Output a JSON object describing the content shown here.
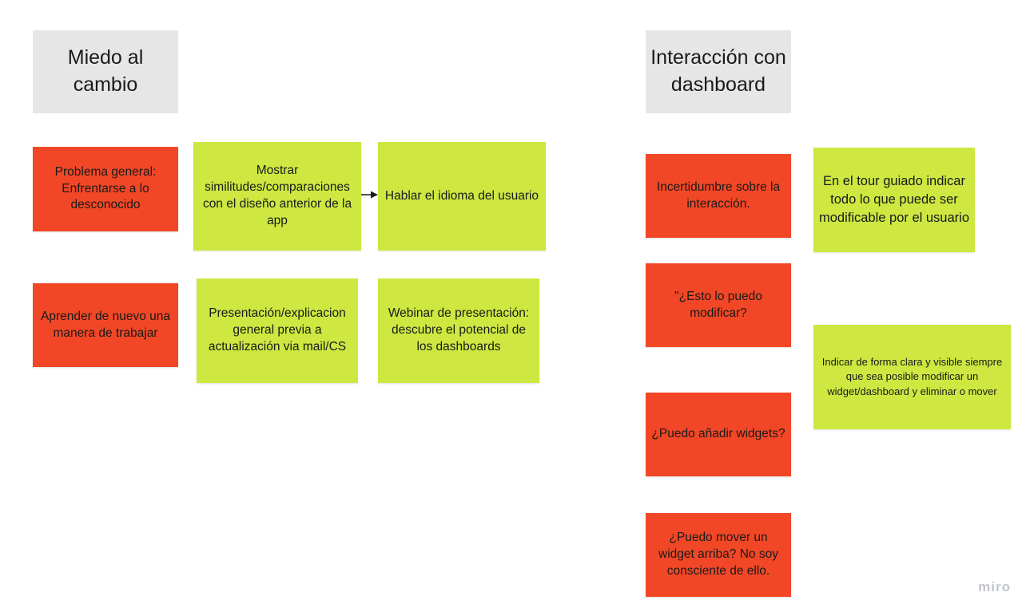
{
  "groups": [
    {
      "header": "Miedo al cambio",
      "notes": {
        "problem_general": "Problema general: Enfrentarse a lo desconocido",
        "show_similarities": "Mostrar similitudes/comparaciones con el diseño anterior de la app",
        "speak_language": "Hablar el idioma del usuario",
        "learn_new_way": "Aprender de nuevo una manera de trabajar",
        "presentation_prior": "Presentación/explicacion general previa a actualización via mail/CS",
        "webinar": "Webinar de presentación: descubre el potencial de los dashboards"
      }
    },
    {
      "header": "Interacción con dashboard",
      "notes": {
        "uncertainty": "Incertidumbre sobre la interacción.",
        "can_modify": "\"¿Esto lo puedo modificar?",
        "add_widgets": "¿Puedo añadir widgets?",
        "move_widget": "¿Puedo mover un widget arriba? No soy consciente de ello.",
        "guided_tour": "En el tour guiado indicar todo lo que puede ser modificable por el usuario",
        "indicate_clearly": "Indicar de forma clara y visible siempre que sea posible modificar un widget/dashboard y eliminar o mover"
      }
    }
  ],
  "colors": {
    "problem": "#f24726",
    "solution": "#cee741",
    "header": "#e6e6e6"
  },
  "watermark": "miro"
}
